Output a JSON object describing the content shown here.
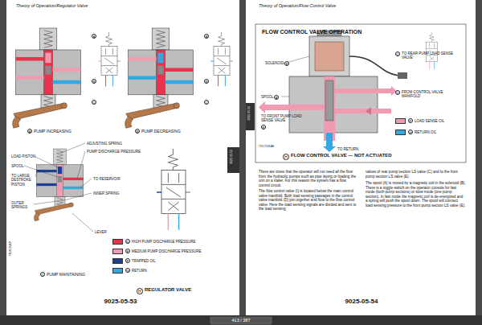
{
  "diagram": {
    "labels": [
      "Theory of Operation/Regulator Valve",
      "A",
      "B",
      "C",
      "A",
      "B",
      "C",
      "A",
      "PUMP INCREASING",
      "B",
      "PUMP DECREASING",
      "ADJUSTING SPRING",
      "LOAD PISTON",
      "PUMP DISCHARGE PRESSURE",
      "SPOOL",
      "TO LARGE DESTROKE PISTON",
      "TO RESERVOIR",
      "INNER SPRING",
      "OUTER SPRINGS",
      "LEVER",
      "D",
      "E",
      "F",
      "G",
      "C",
      "PUMP MAINTAINING",
      "H",
      "REGULATOR VALVE",
      "T104076AP",
      "9025-05-53",
      "9025 05 53",
      "Theory of Operation/Flow Control Valve",
      "FLOW CONTROL VALVE OPERATION",
      "SOLENOID",
      "B",
      "SPOOL",
      "A",
      "TO FRONT PUMP LOAD SENSE VALVE",
      "E",
      "TO RETURN",
      "C",
      "TO REAR PUMP LOAD SENSE VALVE",
      "D",
      "FROM CONTROL VALVE MANIFOLD",
      "F",
      "G",
      "H",
      "FLOW CONTROL VALVE — NOT ACTUATED",
      "TXC7241AE",
      "There are times that the operator will not need all the flow from the hydraulic pumps such as pipe laying or loading the unit on a trailer. For this reason the system has a flow control circuit.",
      "The flow control valve (I) is located below the main control valve manifold. Both load sensing passages in the control valve manifold (D) join together and flow to the flow control valve. Here the load sensing signals are divided and sent to the load sensing",
      "valves of rear pump section LS valve (C) and to the front pump section LS valve (E).",
      "The spool (A) is moved by a magnetic coil in the solenoid (B). There is a toggle switch on the operator console for fast mode (both pump sections) or slow mode (one pump section). In fast mode the magnetic coil is de-energized and a spring will push the spool down. The spool will connect load sensing pressure to the front pump section LS valve (E).",
      "9025-05-54",
      "9025 05 54",
      "413 / 387"
    ],
    "legend": [
      {
        "text": "HIGH PUMP DISCHARGE PRESSURE",
        "color": "#e8334a"
      },
      {
        "text": "MEDIUM PUMP DISCHARGE PRESSURE",
        "color": "#f29bb0"
      },
      {
        "text": "TRAPPED OIL",
        "color": "#1c3f94"
      },
      {
        "text": "RETURN",
        "color": "#34a8e0"
      },
      {
        "text": "LOAD SENSE OIL",
        "color": "#f29bb0"
      },
      {
        "text": "RETURN OIL",
        "color": "#34a8e0"
      }
    ]
  }
}
